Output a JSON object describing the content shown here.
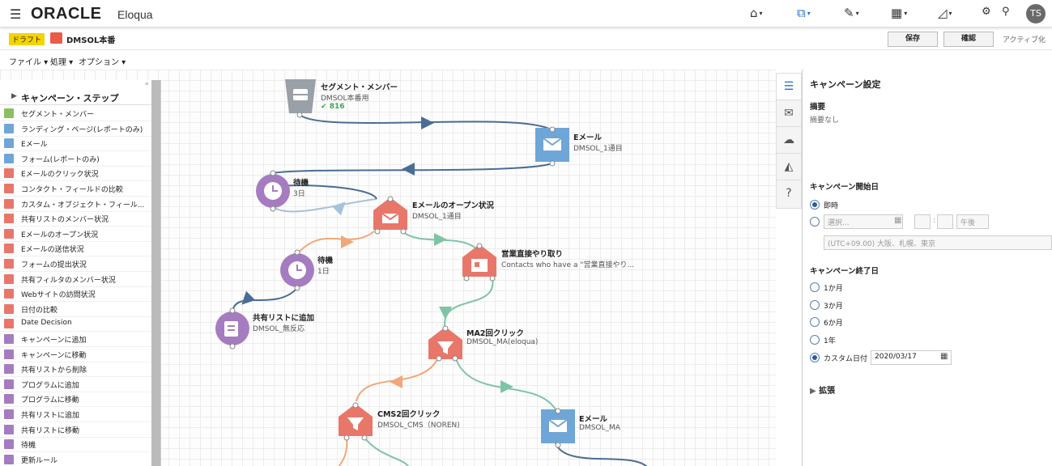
{
  "header": {
    "brand": "ORACLE",
    "product": "Eloqua",
    "avatar": "TS"
  },
  "toolbar": {
    "status_badge": "ドラフト",
    "campaign_name": "DMSOL本番",
    "save_label": "保存",
    "confirm_label": "確認",
    "activate_label": "アクティブ化"
  },
  "menus": [
    "ファイル",
    "処理",
    "オプション"
  ],
  "palette": {
    "title": "キャンペーン・ステップ",
    "items": [
      {
        "label": "セグメント・メンバー",
        "color": "#8bbf5f"
      },
      {
        "label": "ランディング・ページ(レポートのみ)",
        "color": "#6fa6d8"
      },
      {
        "label": "Eメール",
        "color": "#6fa6d8"
      },
      {
        "label": "フォーム(レポートのみ)",
        "color": "#6fa6d8"
      },
      {
        "label": "Eメールのクリック状況",
        "color": "#e8776a"
      },
      {
        "label": "コンタクト・フィールドの比較",
        "color": "#e8776a"
      },
      {
        "label": "カスタム・オブジェクト・フィール...",
        "color": "#e8776a"
      },
      {
        "label": "共有リストのメンバー状況",
        "color": "#e8776a"
      },
      {
        "label": "Eメールのオープン状況",
        "color": "#e8776a"
      },
      {
        "label": "Eメールの送信状況",
        "color": "#e8776a"
      },
      {
        "label": "フォームの提出状況",
        "color": "#e8776a"
      },
      {
        "label": "共有フィルタのメンバー状況",
        "color": "#e8776a"
      },
      {
        "label": "Webサイトの訪問状況",
        "color": "#e8776a"
      },
      {
        "label": "日付の比較",
        "color": "#e8776a"
      },
      {
        "label": "Date Decision",
        "color": "#e8776a"
      },
      {
        "label": "キャンペーンに追加",
        "color": "#a57cc0"
      },
      {
        "label": "キャンペーンに移動",
        "color": "#a57cc0"
      },
      {
        "label": "共有リストから削除",
        "color": "#a57cc0"
      },
      {
        "label": "プログラムに追加",
        "color": "#a57cc0"
      },
      {
        "label": "プログラムに移動",
        "color": "#a57cc0"
      },
      {
        "label": "共有リストに追加",
        "color": "#a57cc0"
      },
      {
        "label": "共有リストに移動",
        "color": "#a57cc0"
      },
      {
        "label": "待機",
        "color": "#a57cc0"
      },
      {
        "label": "更新ルール",
        "color": "#a57cc0"
      }
    ]
  },
  "nodes": {
    "segment": {
      "title": "セグメント・メンバー",
      "sub": "DMSOL本番用",
      "count": "816"
    },
    "email1": {
      "title": "Eメール",
      "sub": "DMSOL_1通目"
    },
    "wait1": {
      "title": "待機",
      "sub": "3日"
    },
    "open1": {
      "title": "Eメールのオープン状況",
      "sub": "DMSOL_1通目"
    },
    "wait2": {
      "title": "待機",
      "sub": "1日"
    },
    "sales": {
      "title": "営業直接やり取り",
      "sub": "Contacts who have a \"営業直接やり..."
    },
    "addlist": {
      "title": "共有リストに追加",
      "sub": "DMSOL_無反応"
    },
    "ma2": {
      "title": "MA2回クリック",
      "sub": "DMSOL_MA(eloqua)"
    },
    "cms2": {
      "title": "CMS2回クリック",
      "sub": "DMSOL_CMS（NOREN)"
    },
    "email2": {
      "title": "Eメール",
      "sub": "DMSOL_MA"
    }
  },
  "settings": {
    "title": "キャンペーン設定",
    "summary_label": "摘要",
    "summary_value": "摘要なし",
    "start_label": "キャンペーン開始日",
    "start_now": "即時",
    "start_select_placeholder": "選択...",
    "start_ampm": "午後",
    "timezone": "(UTC+09.00) 大阪、札幌、東京",
    "end_label": "キャンペーン終了日",
    "end_options": [
      "1か月",
      "3か月",
      "6か月",
      "1年",
      "カスタム日付"
    ],
    "end_date": "2020/03/17",
    "advanced_label": "拡張"
  },
  "colors": {
    "email": "#6fa6d8",
    "decision": "#e8776a",
    "action": "#a57cc0",
    "segment": "#9aa0a8"
  }
}
